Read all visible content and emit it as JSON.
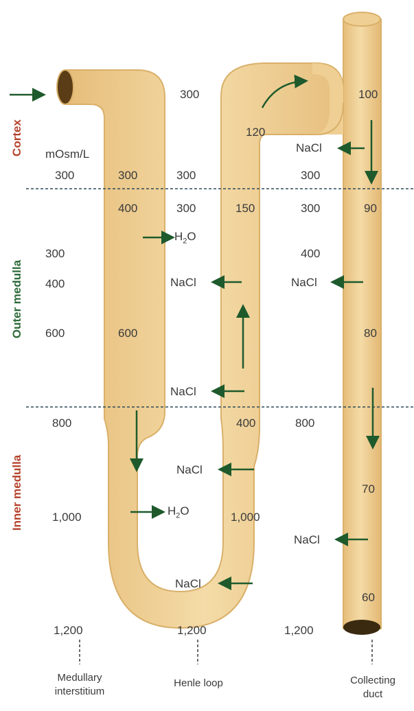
{
  "colors": {
    "tube_fill": "#ecc98c",
    "tube_stroke": "#d9b06a",
    "opening": "#5a3d16",
    "arrow": "#1e5a2c",
    "zone_red": "#b5432c",
    "zone_green": "#2f6b3a",
    "text": "#3a3a3a"
  },
  "zones": {
    "cortex": "Cortex",
    "outer_medulla": "Outer medulla",
    "inner_medulla": "Inner medulla"
  },
  "unit": "mOsm/L",
  "interstitium": {
    "v300a": "300",
    "v300b": "300",
    "v400": "400",
    "v600": "600",
    "v800": "800",
    "v1000": "1,000",
    "v1200": "1,200"
  },
  "descending_limb": {
    "v300": "300",
    "v400": "400",
    "v600": "600"
  },
  "cortex_top": "300",
  "ascending_limb": {
    "v300": "300",
    "v150": "150",
    "v120": "120",
    "v400": "400",
    "v1000": "1,000"
  },
  "loop_bottom": "1,200",
  "right_interstitium": {
    "v300a": "300",
    "v300b": "300",
    "v400": "400",
    "v800": "800",
    "v1200": "1,200"
  },
  "collecting_duct": {
    "v100": "100",
    "v90": "90",
    "v80": "80",
    "v70": "70",
    "v60": "60"
  },
  "transport": {
    "nacl": "NaCl",
    "h2o": "H",
    "h2o_sub": "2",
    "h2o_tail": "O"
  },
  "captions": {
    "interstitium_l1": "Medullary",
    "interstitium_l2": "interstitium",
    "henle": "Henle loop",
    "duct_l1": "Collecting",
    "duct_l2": "duct"
  }
}
